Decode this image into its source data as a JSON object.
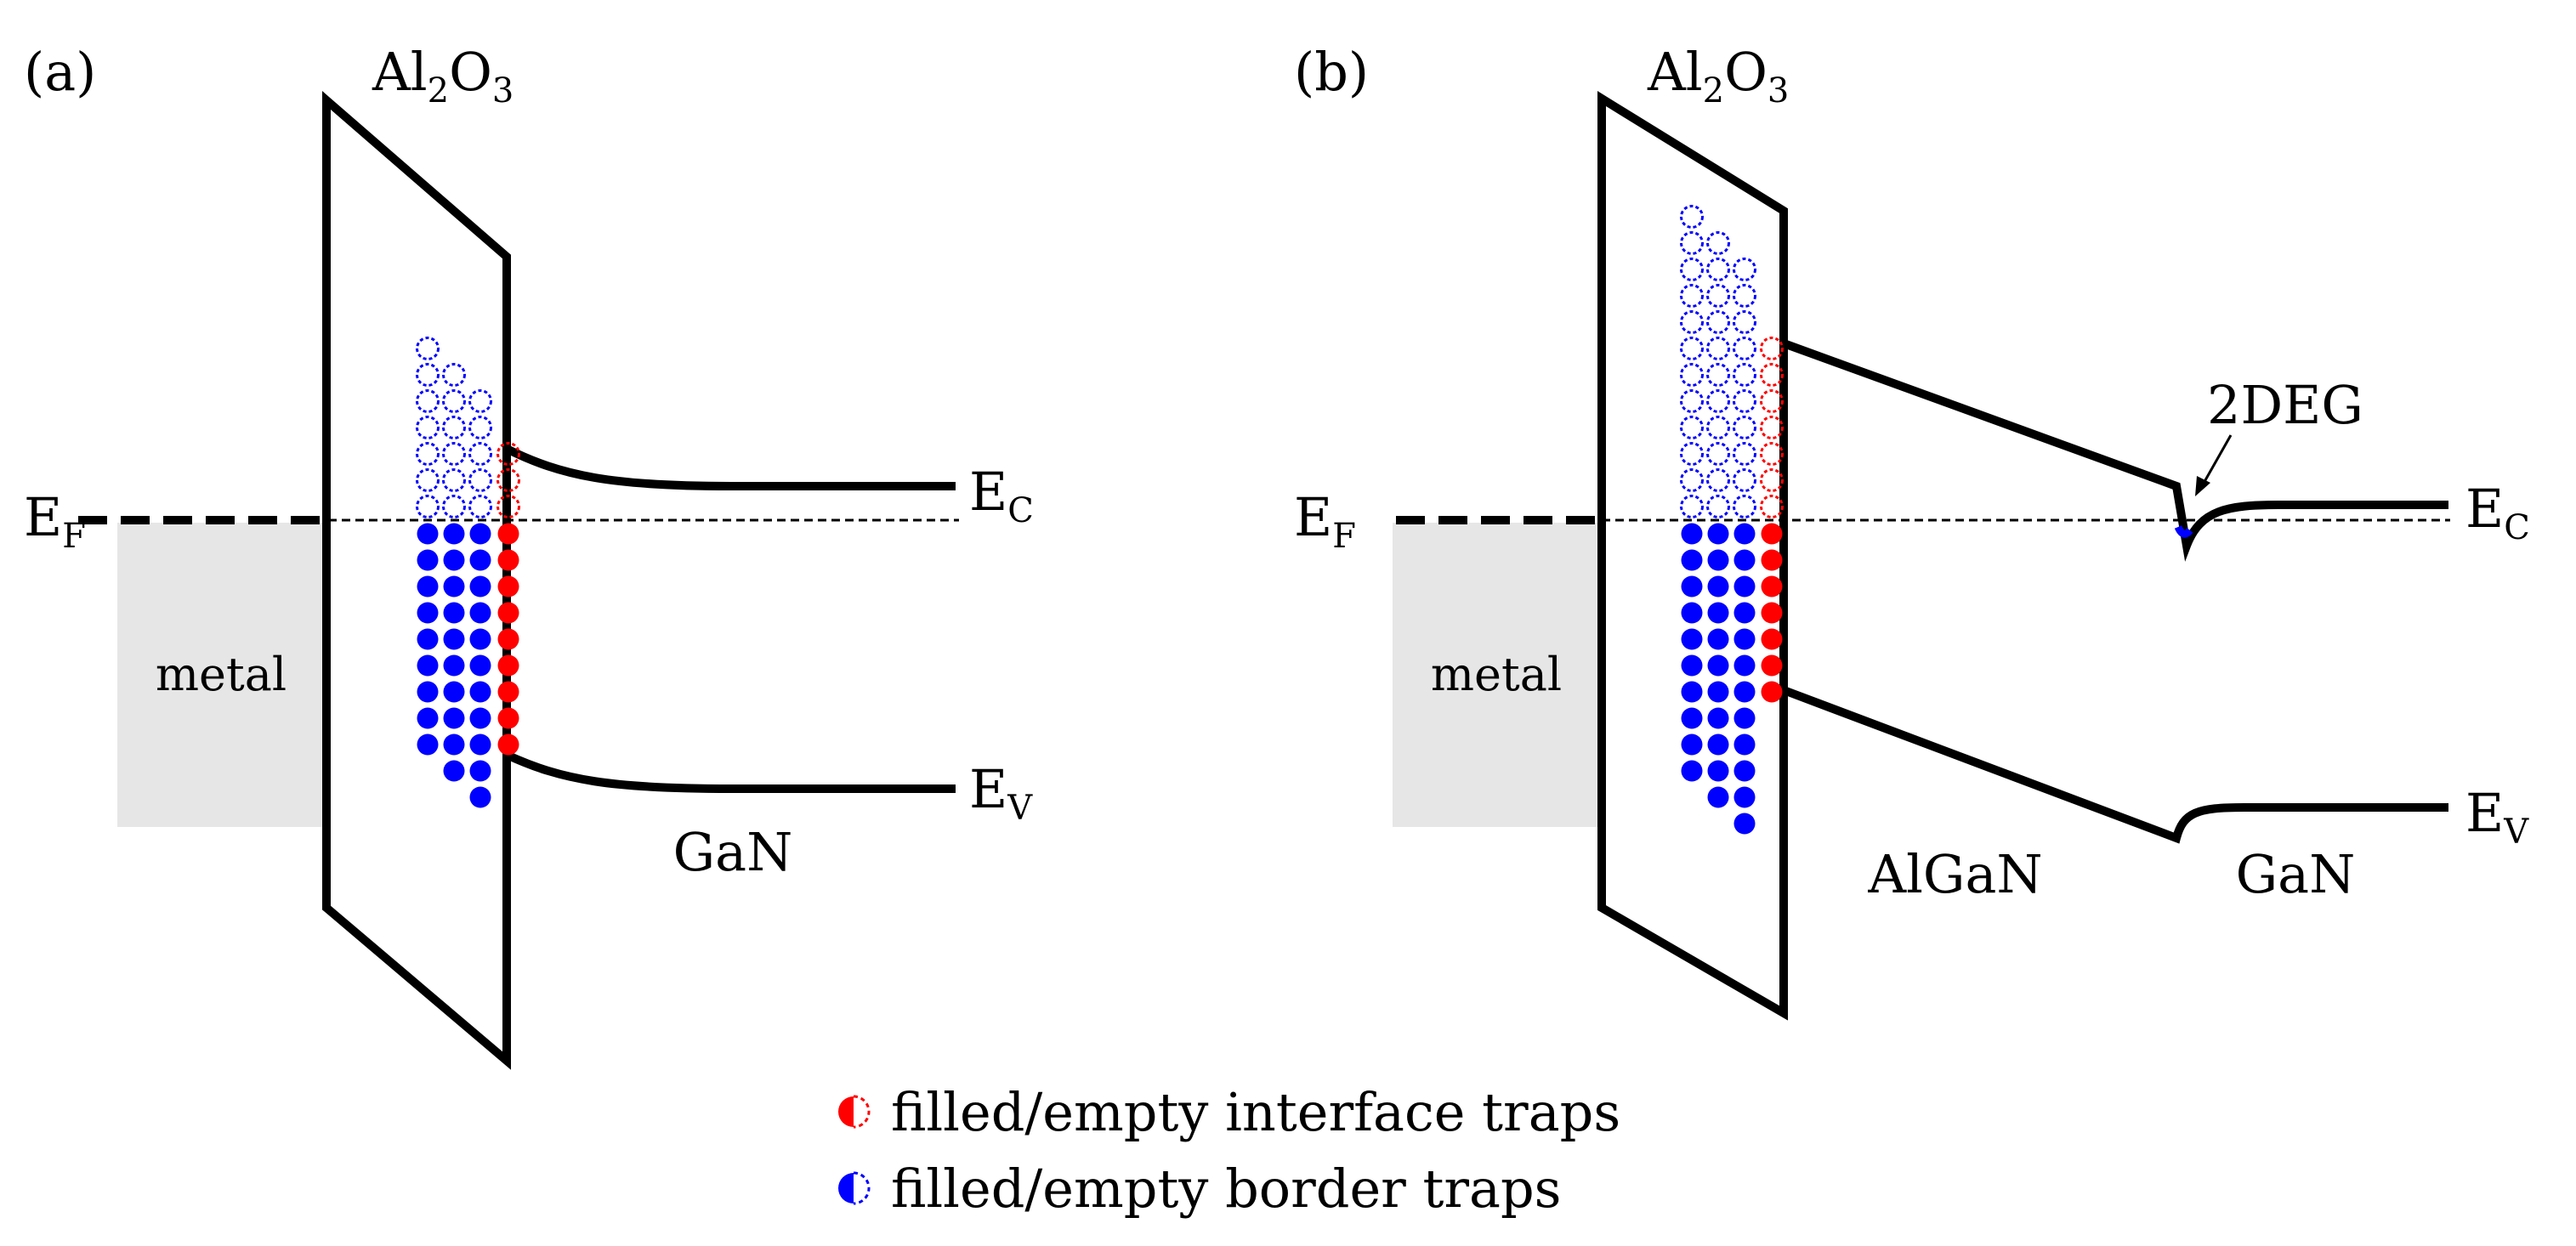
{
  "panel_a": {
    "panel_label": "(a)",
    "oxide_label": {
      "base": "Al",
      "sub1": "2",
      "mid": "O",
      "sub2": "3"
    },
    "fermi_label": {
      "base": "E",
      "sub": "F"
    },
    "conduction_label": {
      "base": "E",
      "sub": "C"
    },
    "valence_label": {
      "base": "E",
      "sub": "V"
    },
    "metal_label": "metal",
    "semiconductor_label": "GaN"
  },
  "panel_b": {
    "panel_label": "(b)",
    "oxide_label": {
      "base": "Al",
      "sub1": "2",
      "mid": "O",
      "sub2": "3"
    },
    "fermi_label": {
      "base": "E",
      "sub": "F"
    },
    "conduction_label": {
      "base": "E",
      "sub": "C"
    },
    "valence_label": {
      "base": "E",
      "sub": "V"
    },
    "metal_label": "metal",
    "barrier_label": "AlGaN",
    "semiconductor_label": "GaN",
    "twodeg_label": "2DEG"
  },
  "legend": {
    "interface_traps": "filled/empty interface traps",
    "border_traps": "filled/empty border traps"
  },
  "colors": {
    "interface_trap": "#ff0000",
    "border_trap": "#0000ff",
    "metal_fill": "#e6e6e6",
    "line": "#000000"
  },
  "traps": {
    "panel_a": {
      "border_columns": [
        {
          "empty": 7,
          "filled": 9
        },
        {
          "empty": 6,
          "filled": 10
        },
        {
          "empty": 5,
          "filled": 11
        }
      ],
      "interface_column": {
        "empty": 3,
        "filled": 9
      }
    },
    "panel_b": {
      "border_columns": [
        {
          "empty": 12,
          "filled": 10
        },
        {
          "empty": 11,
          "filled": 11
        },
        {
          "empty": 10,
          "filled": 12
        }
      ],
      "interface_column": {
        "empty": 7,
        "filled": 7
      }
    }
  }
}
